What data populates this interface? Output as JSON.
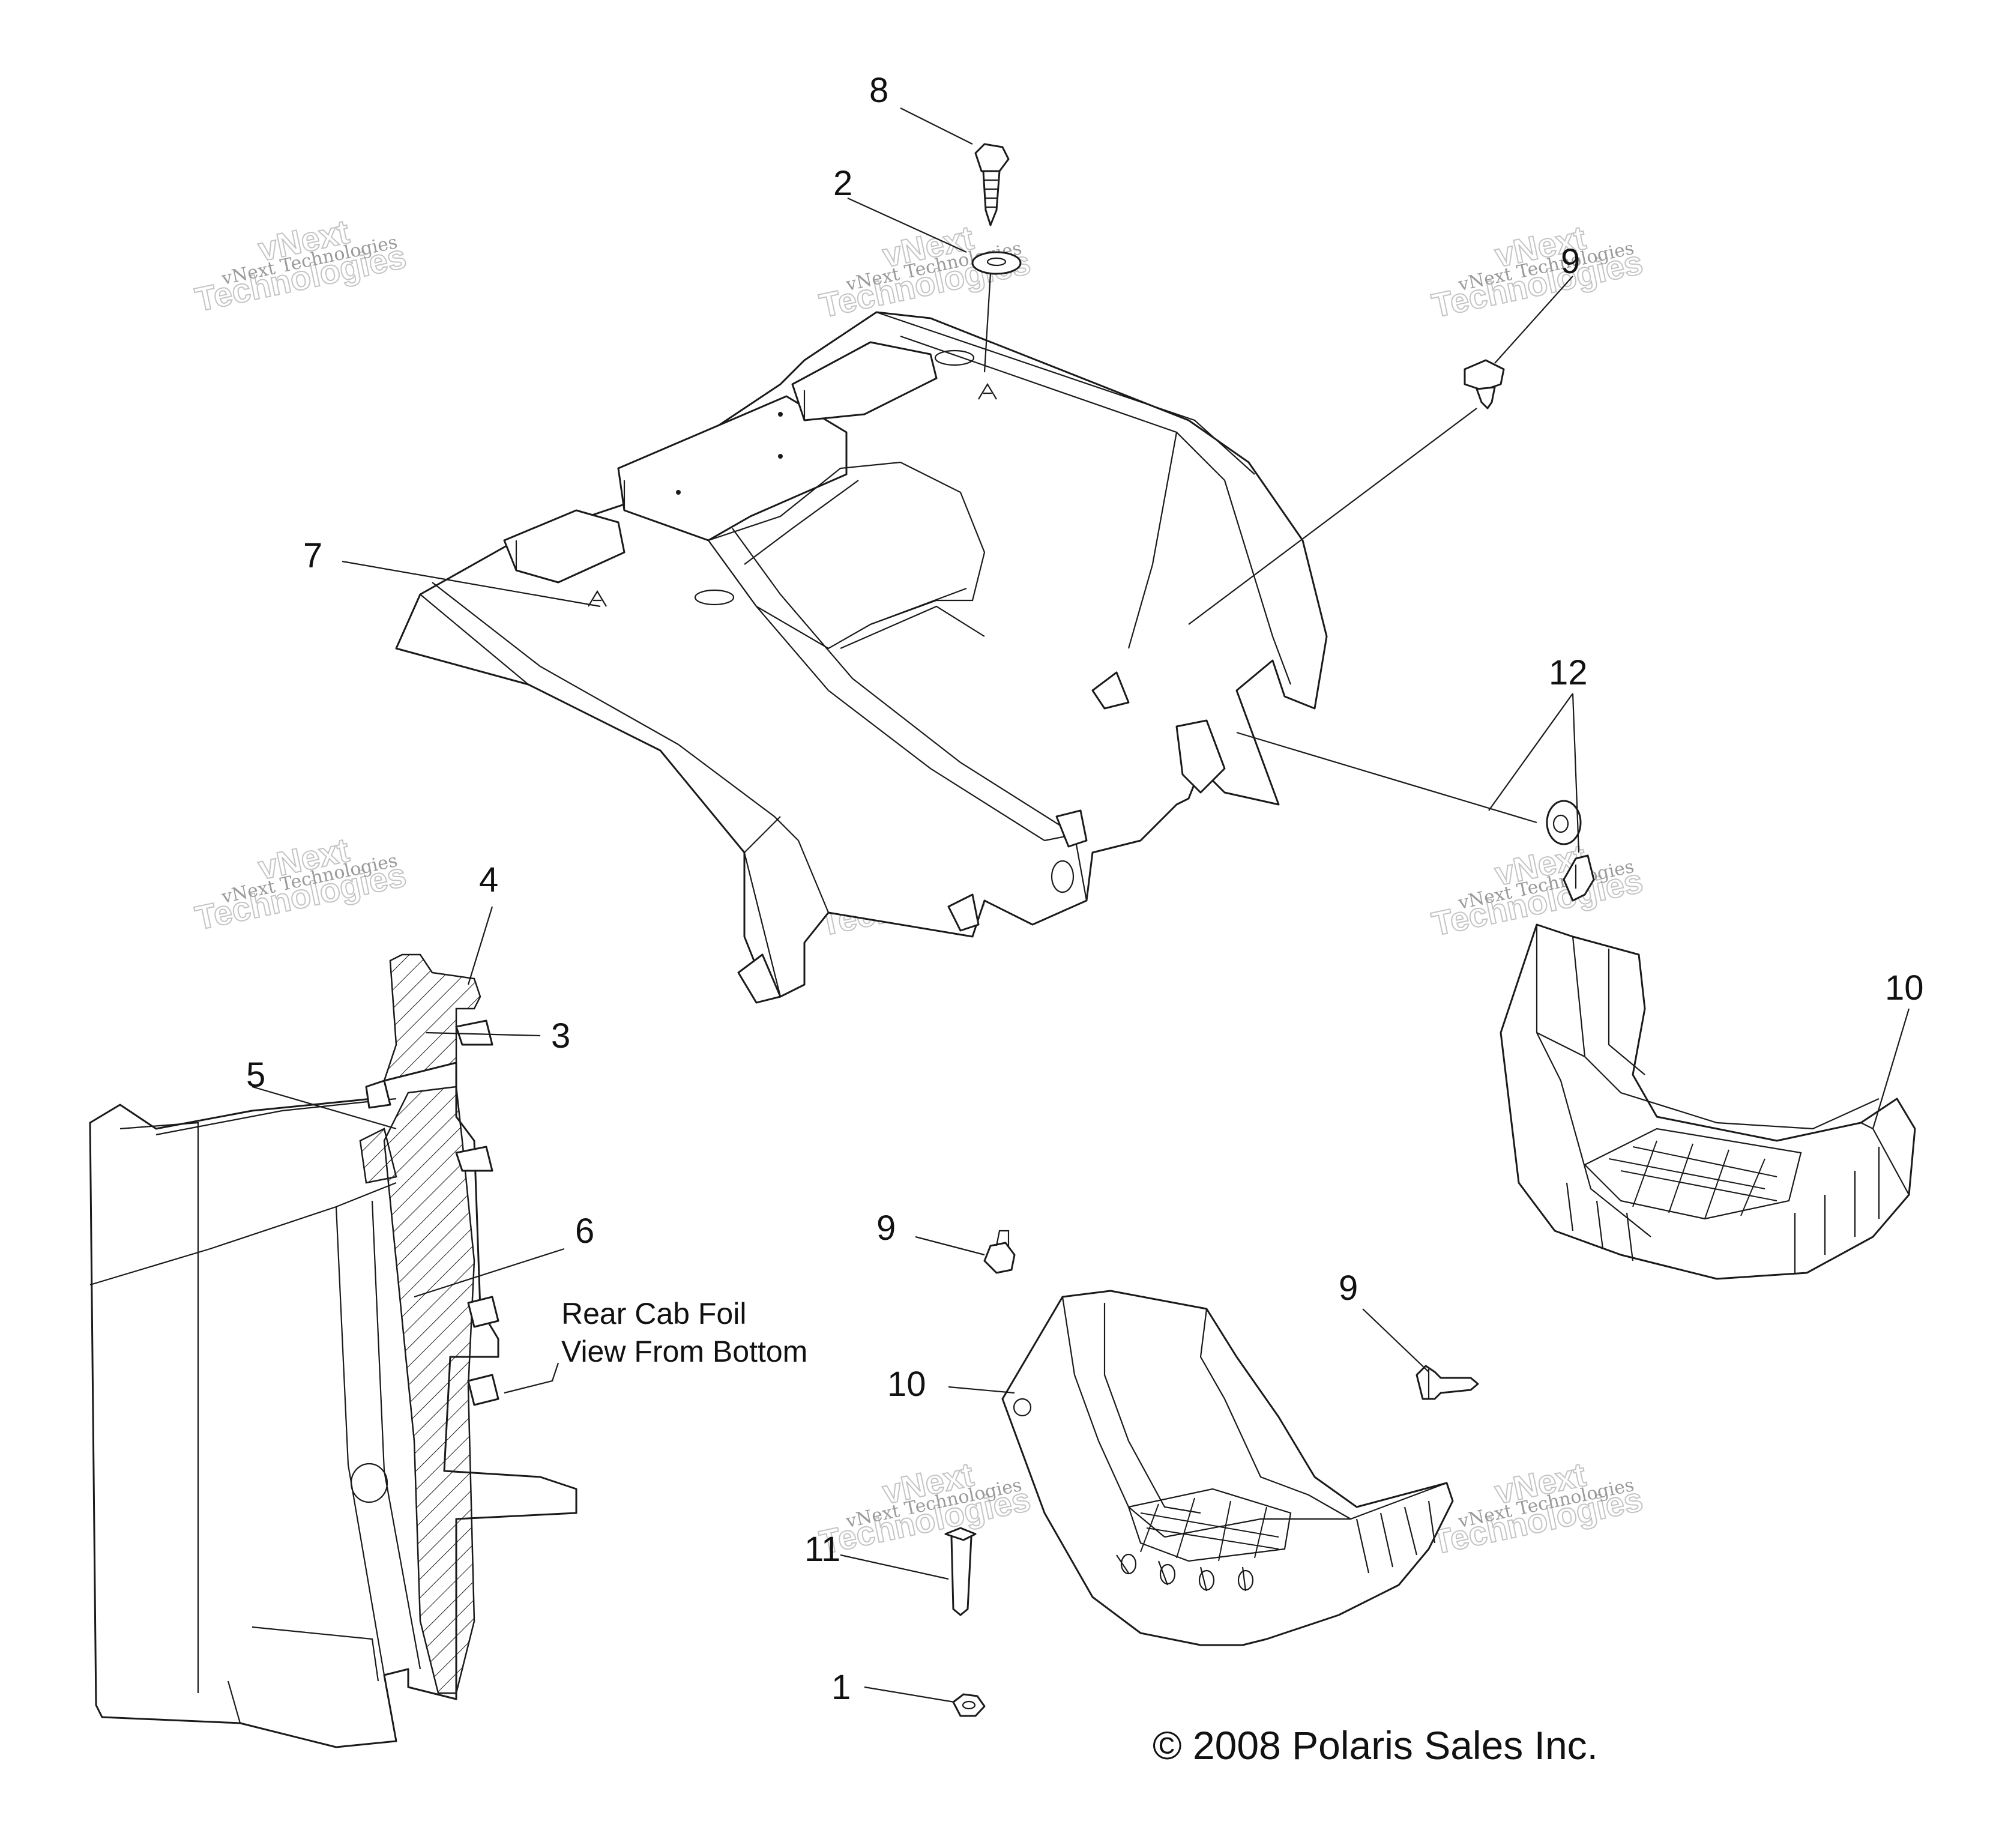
{
  "callouts": {
    "c8": "8",
    "c2": "2",
    "c9_top": "9",
    "c7": "7",
    "c12": "12",
    "c4": "4",
    "c3": "3",
    "c5": "5",
    "c6": "6",
    "c10_right": "10",
    "c9_mid": "9",
    "c9_right": "9",
    "c10_mid": "10",
    "c11": "11",
    "c1": "1"
  },
  "note": {
    "line1": "Rear Cab Foil",
    "line2": "View From Bottom"
  },
  "copyright": "© 2008 Polaris Sales Inc.",
  "watermark": {
    "line_small": "vNext Technologies",
    "line_large": "Technologies",
    "line_top": "vNext"
  }
}
